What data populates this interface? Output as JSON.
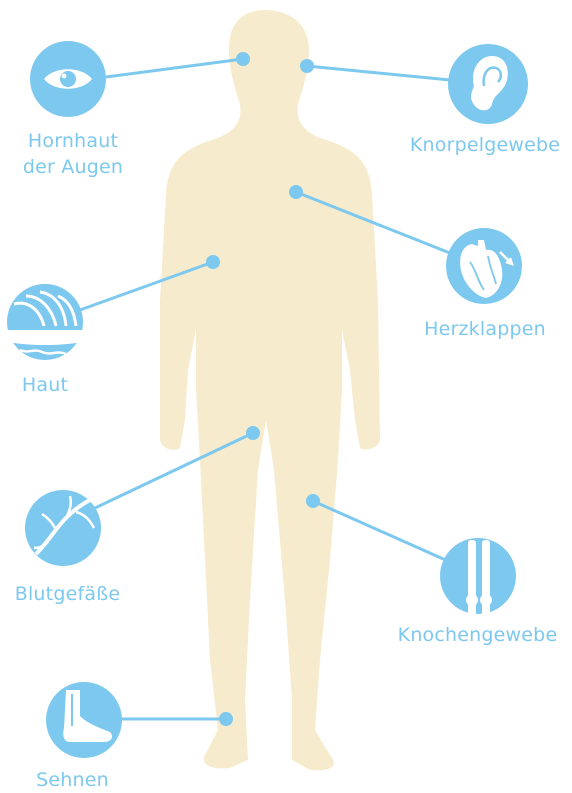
{
  "colors": {
    "accent": "#7cc8ee",
    "body": "#f6eccd",
    "icon_fill": "#7cc8ee",
    "icon_line": "#ffffff"
  },
  "labels": {
    "eye": [
      "Hornhaut",
      "der Augen"
    ],
    "ear": "Knorpelgewebe",
    "heart": "Herzklappen",
    "skin": "Haut",
    "vessel": "Blutgefäße",
    "bone": "Knochengewebe",
    "tendon": "Sehnen"
  },
  "icons": {
    "eye": "eye-icon",
    "ear": "ear-icon",
    "heart": "heart-icon",
    "skin": "skin-hair-icon",
    "vessel": "blood-vessel-icon",
    "bone": "bone-icon",
    "tendon": "foot-tendon-icon"
  }
}
